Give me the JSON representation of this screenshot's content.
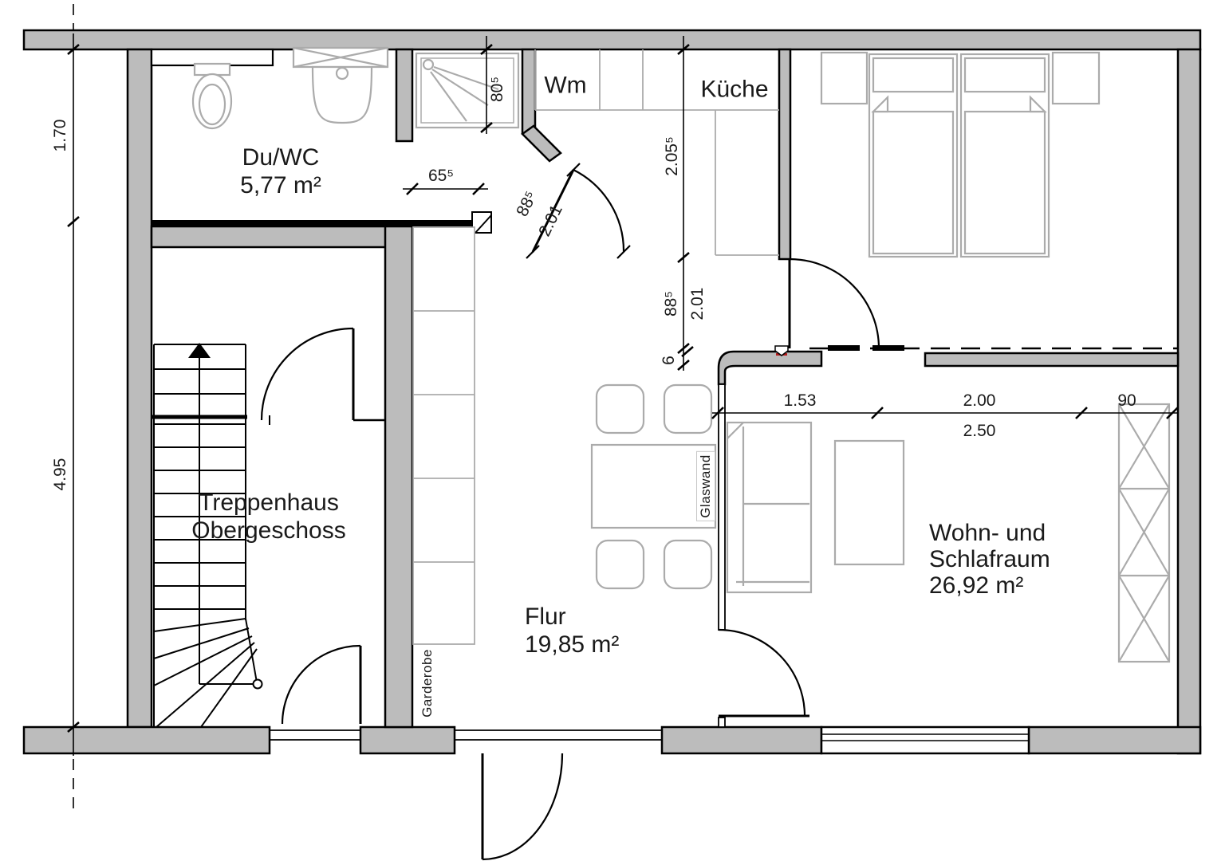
{
  "plan": {
    "rooms": {
      "duwc": {
        "name": "Du/WC",
        "area": "5,77 m²"
      },
      "kueche": {
        "name": "Küche"
      },
      "treppenhaus": {
        "name_line1": "Treppenhaus",
        "name_line2": "Obergeschoss"
      },
      "flur": {
        "name": "Flur",
        "area": "19,85 m²"
      },
      "wohnschlafraum": {
        "name_line1": "Wohn- und",
        "name_line2": "Schlafraum",
        "area": "26,92 m²"
      }
    },
    "annotations": {
      "waschmaschine": "Wm",
      "glaswand": "Glaswand",
      "garderobe": "Garderobe"
    },
    "dimensions": {
      "left_top": "1.70",
      "left_bottom": "4.95",
      "shower_width": "80⁵",
      "duwc_niche": "65⁵",
      "duwc_door_w": "88⁵",
      "duwc_door_h": "2.01",
      "kueche_depth": "2.05⁵",
      "schlafraum_door_w": "88⁵",
      "schlafraum_door_h": "2.01",
      "glaswand_thickness": "6",
      "wohnraum_seg1": "1.53",
      "wohnraum_seg2": "2.00",
      "wohnraum_seg2b": "2.50",
      "wohnraum_seg3": "90"
    },
    "colors": {
      "wall_fill": "#bcbcbc",
      "line": "#000000",
      "furniture": "#ababab",
      "background": "#ffffff"
    }
  }
}
